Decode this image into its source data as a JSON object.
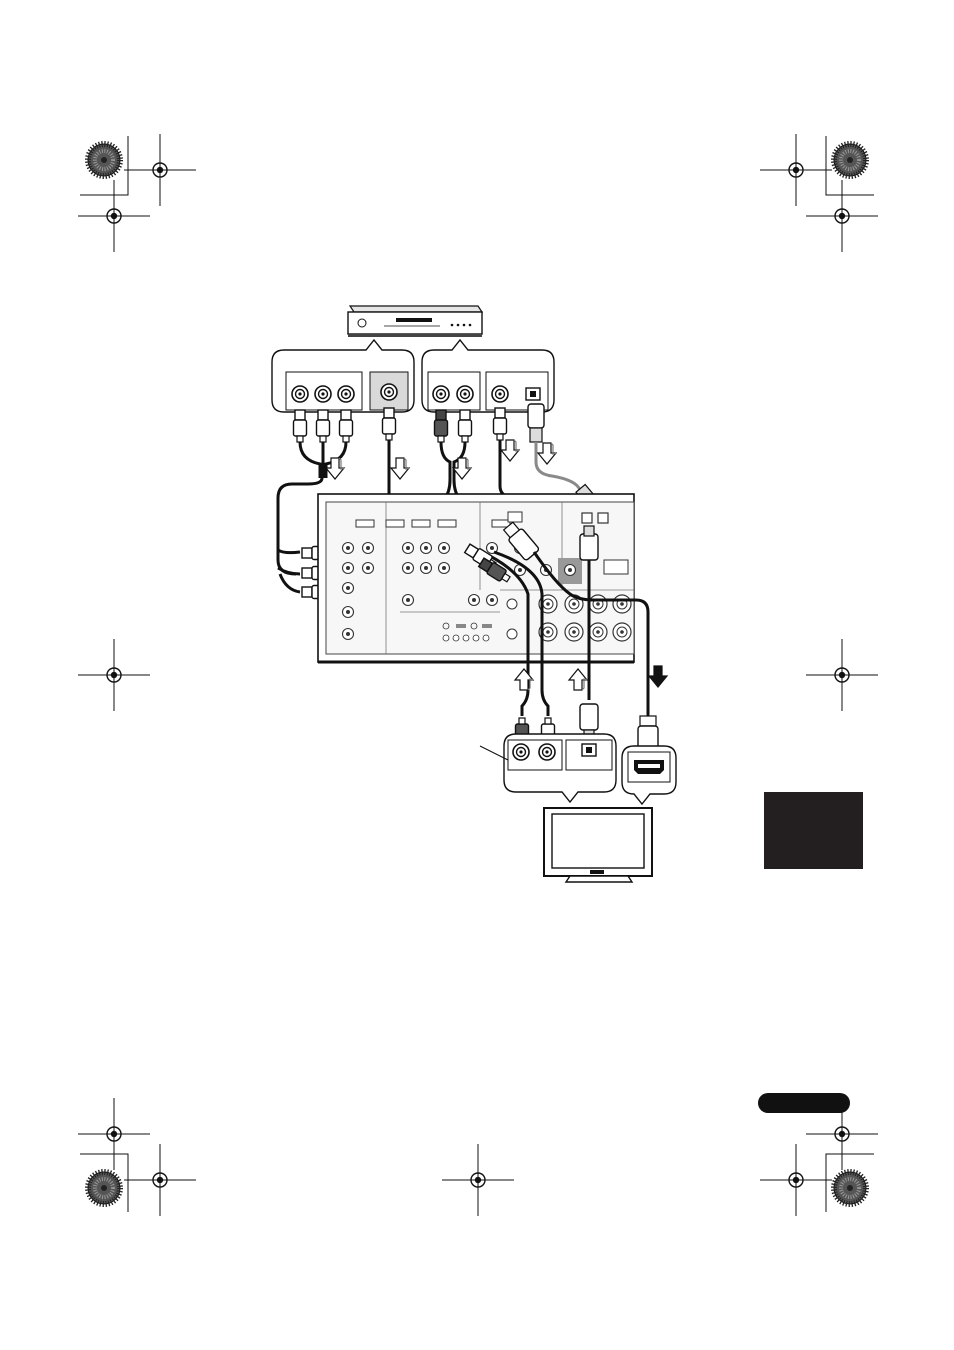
{
  "page": {
    "page_number": "",
    "section_tab_label": ""
  },
  "colors": {
    "ink": "#1a1a1a",
    "panel_fill": "#f2f2f2",
    "receiver_fill": "#ebebeb",
    "optical_cable": "#8a8a8a",
    "side_tab": "#231f20"
  },
  "diagram": {
    "devices": [
      {
        "id": "bd-player",
        "icon": "disc-player-icon"
      },
      {
        "id": "av-receiver",
        "icon": "receiver-rear-panel-icon"
      },
      {
        "id": "tv",
        "icon": "television-icon"
      }
    ],
    "panels": [
      {
        "id": "player-component-panel",
        "jacks": [
          "component-y",
          "component-pb",
          "component-pr",
          "video-out"
        ]
      },
      {
        "id": "player-audio-panel",
        "jacks": [
          "audio-l",
          "audio-r",
          "coaxial-out",
          "optical-out"
        ]
      },
      {
        "id": "tv-audio-panel",
        "jacks": [
          "audio-l",
          "audio-r",
          "optical-out"
        ]
      },
      {
        "id": "tv-hdmi-panel",
        "jacks": [
          "hdmi-in"
        ]
      }
    ],
    "cables": [
      {
        "id": "component-video-cable",
        "from": "bd-player",
        "to": "av-receiver"
      },
      {
        "id": "composite-video-cable",
        "from": "bd-player",
        "to": "av-receiver"
      },
      {
        "id": "analog-audio-cable",
        "from": "bd-player",
        "to": "av-receiver"
      },
      {
        "id": "coaxial-digital-cable",
        "from": "bd-player",
        "to": "av-receiver"
      },
      {
        "id": "optical-digital-cable",
        "from": "bd-player",
        "to": "av-receiver"
      },
      {
        "id": "tv-analog-audio-cable",
        "from": "tv",
        "to": "av-receiver"
      },
      {
        "id": "tv-optical-cable",
        "from": "tv",
        "to": "av-receiver"
      },
      {
        "id": "hdmi-cable",
        "from": "av-receiver",
        "to": "tv"
      }
    ]
  }
}
